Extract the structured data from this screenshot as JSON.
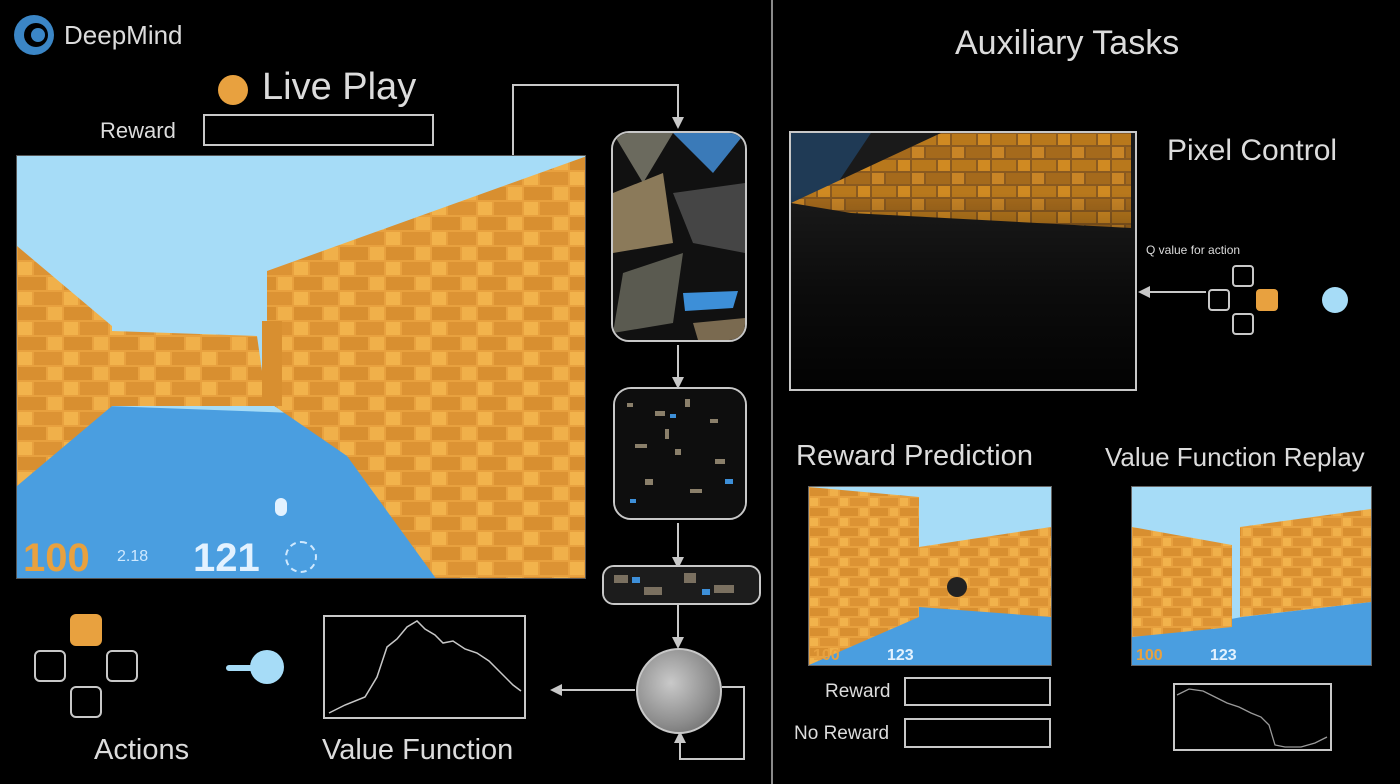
{
  "brand": {
    "name": "DeepMind"
  },
  "left": {
    "title": "Live Play",
    "reward_label": "Reward",
    "hud_health": "100",
    "hud_small": "2.18",
    "hud_ammo": "121",
    "actions_label": "Actions",
    "value_label": "Value Function"
  },
  "right": {
    "title": "Auxiliary Tasks",
    "pixel_control_label": "Pixel Control",
    "q_value_label": "Q value for action",
    "reward_prediction_label": "Reward Prediction",
    "value_replay_label": "Value Function Replay",
    "rp_reward_label": "Reward",
    "rp_no_reward_label": "No Reward",
    "rp_hud_health": "100",
    "rp_hud_ammo": "123",
    "vr_hud_health": "100",
    "vr_hud_ammo": "123"
  },
  "colors": {
    "accent_orange": "#e8a13f",
    "sky_blue": "#a6dcf7",
    "floor_blue": "#4a9ee0",
    "line_gray": "#c8c8c8"
  }
}
